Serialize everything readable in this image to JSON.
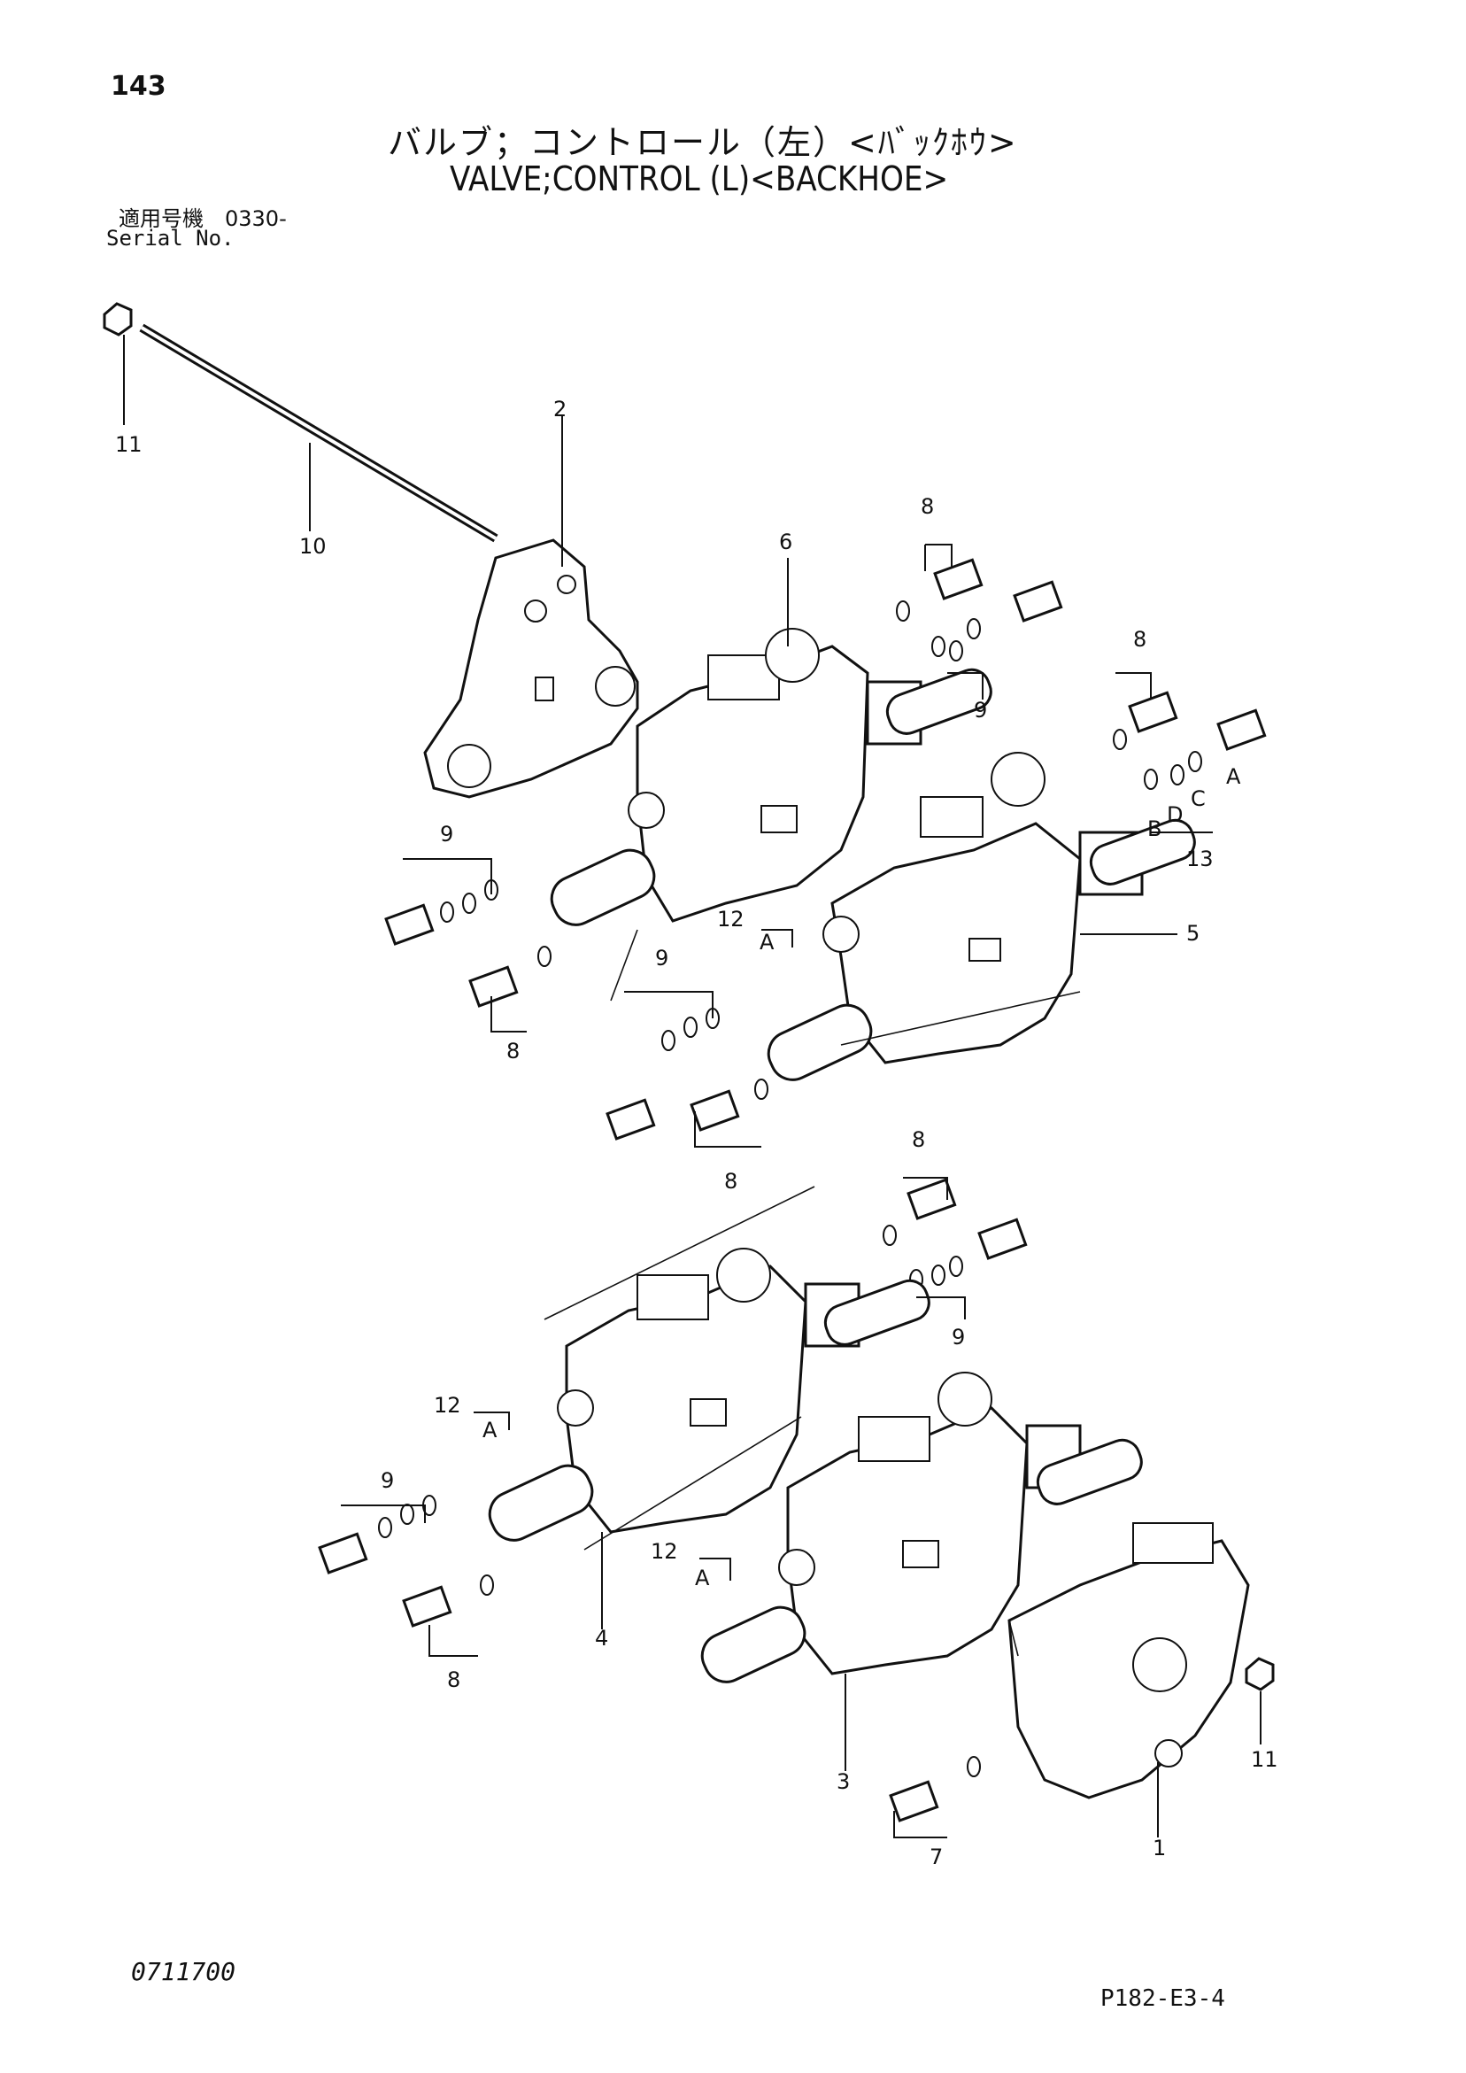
{
  "header": {
    "page_number": "143",
    "title_jp": "バルブ；コントロール（左）<ﾊﾞｯｸﾎｳ>",
    "title_en": "VALVE;CONTROL (L)<BACKHOE>",
    "serial_jp": "適用号機　0330-",
    "serial_en": "Serial No."
  },
  "callouts": [
    "1",
    "2",
    "3",
    "4",
    "5",
    "6",
    "7",
    "8",
    "9",
    "10",
    "11",
    "12",
    "13",
    "A",
    "B",
    "C",
    "D"
  ],
  "footer": {
    "doc_number": "0711700",
    "figure_code": "P182-E3-4"
  }
}
